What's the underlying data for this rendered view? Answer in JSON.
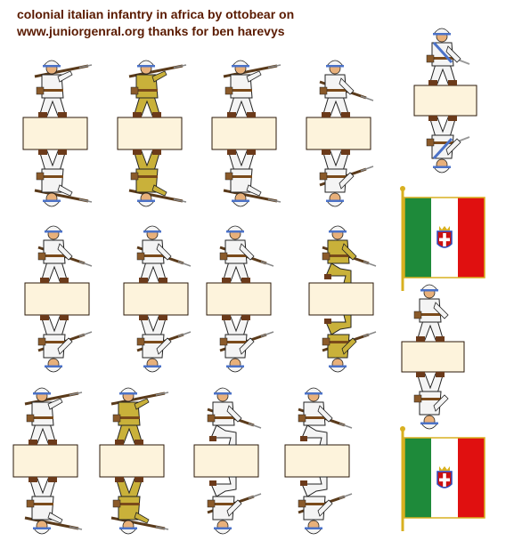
{
  "header": {
    "line1": "colonial italian infantry in africa by ottobear on",
    "line2": "www.juniorgenral.org thanks for ben harevys"
  },
  "colors": {
    "text": "#5a1a00",
    "base_card": "#fdf3dc",
    "base_border": "#2b1a0a",
    "flag_green": "#1e8a3a",
    "flag_white": "#ffffff",
    "flag_red": "#e01010",
    "pole_gold": "#d8b020",
    "uniform_white": "#f4f4f4",
    "uniform_khaki": "#c9b13a",
    "helmet_blue": "#4b72c8",
    "skin": "#e8b07a"
  },
  "figures": [
    {
      "id": "rifle-aim-1",
      "uniform": "white",
      "pose": "aim",
      "facing": "right"
    },
    {
      "id": "rifle-aim-2",
      "uniform": "khaki",
      "pose": "aim",
      "facing": "right"
    },
    {
      "id": "rifle-aim-3",
      "uniform": "white",
      "pose": "aim",
      "facing": "right"
    },
    {
      "id": "rifle-advance-4",
      "uniform": "white",
      "pose": "advance",
      "facing": "right"
    },
    {
      "id": "rifle-advance-5",
      "uniform": "white",
      "pose": "advance",
      "facing": "right"
    },
    {
      "id": "rifle-advance-6",
      "uniform": "white",
      "pose": "advance",
      "facing": "right"
    },
    {
      "id": "rifle-advance-7",
      "uniform": "white",
      "pose": "advance",
      "facing": "right"
    },
    {
      "id": "rifle-kneel-8",
      "uniform": "khaki",
      "pose": "kneel",
      "facing": "right"
    },
    {
      "id": "rifle-charge-9",
      "uniform": "white",
      "pose": "charge",
      "facing": "right"
    },
    {
      "id": "rifle-charge-10",
      "uniform": "khaki",
      "pose": "charge",
      "facing": "right"
    },
    {
      "id": "rifle-kneel-11",
      "uniform": "white",
      "pose": "kneel",
      "facing": "right"
    },
    {
      "id": "rifle-kneel-12",
      "uniform": "white",
      "pose": "kneel",
      "facing": "right"
    },
    {
      "id": "officer-13",
      "uniform": "white",
      "pose": "officer",
      "facing": "right"
    },
    {
      "id": "standard-bearer-14",
      "uniform": "white",
      "pose": "bearer",
      "facing": "right"
    }
  ],
  "flags": [
    {
      "id": "flag-upper",
      "emblem": "savoy-cross"
    },
    {
      "id": "flag-lower",
      "emblem": "savoy-cross"
    }
  ]
}
